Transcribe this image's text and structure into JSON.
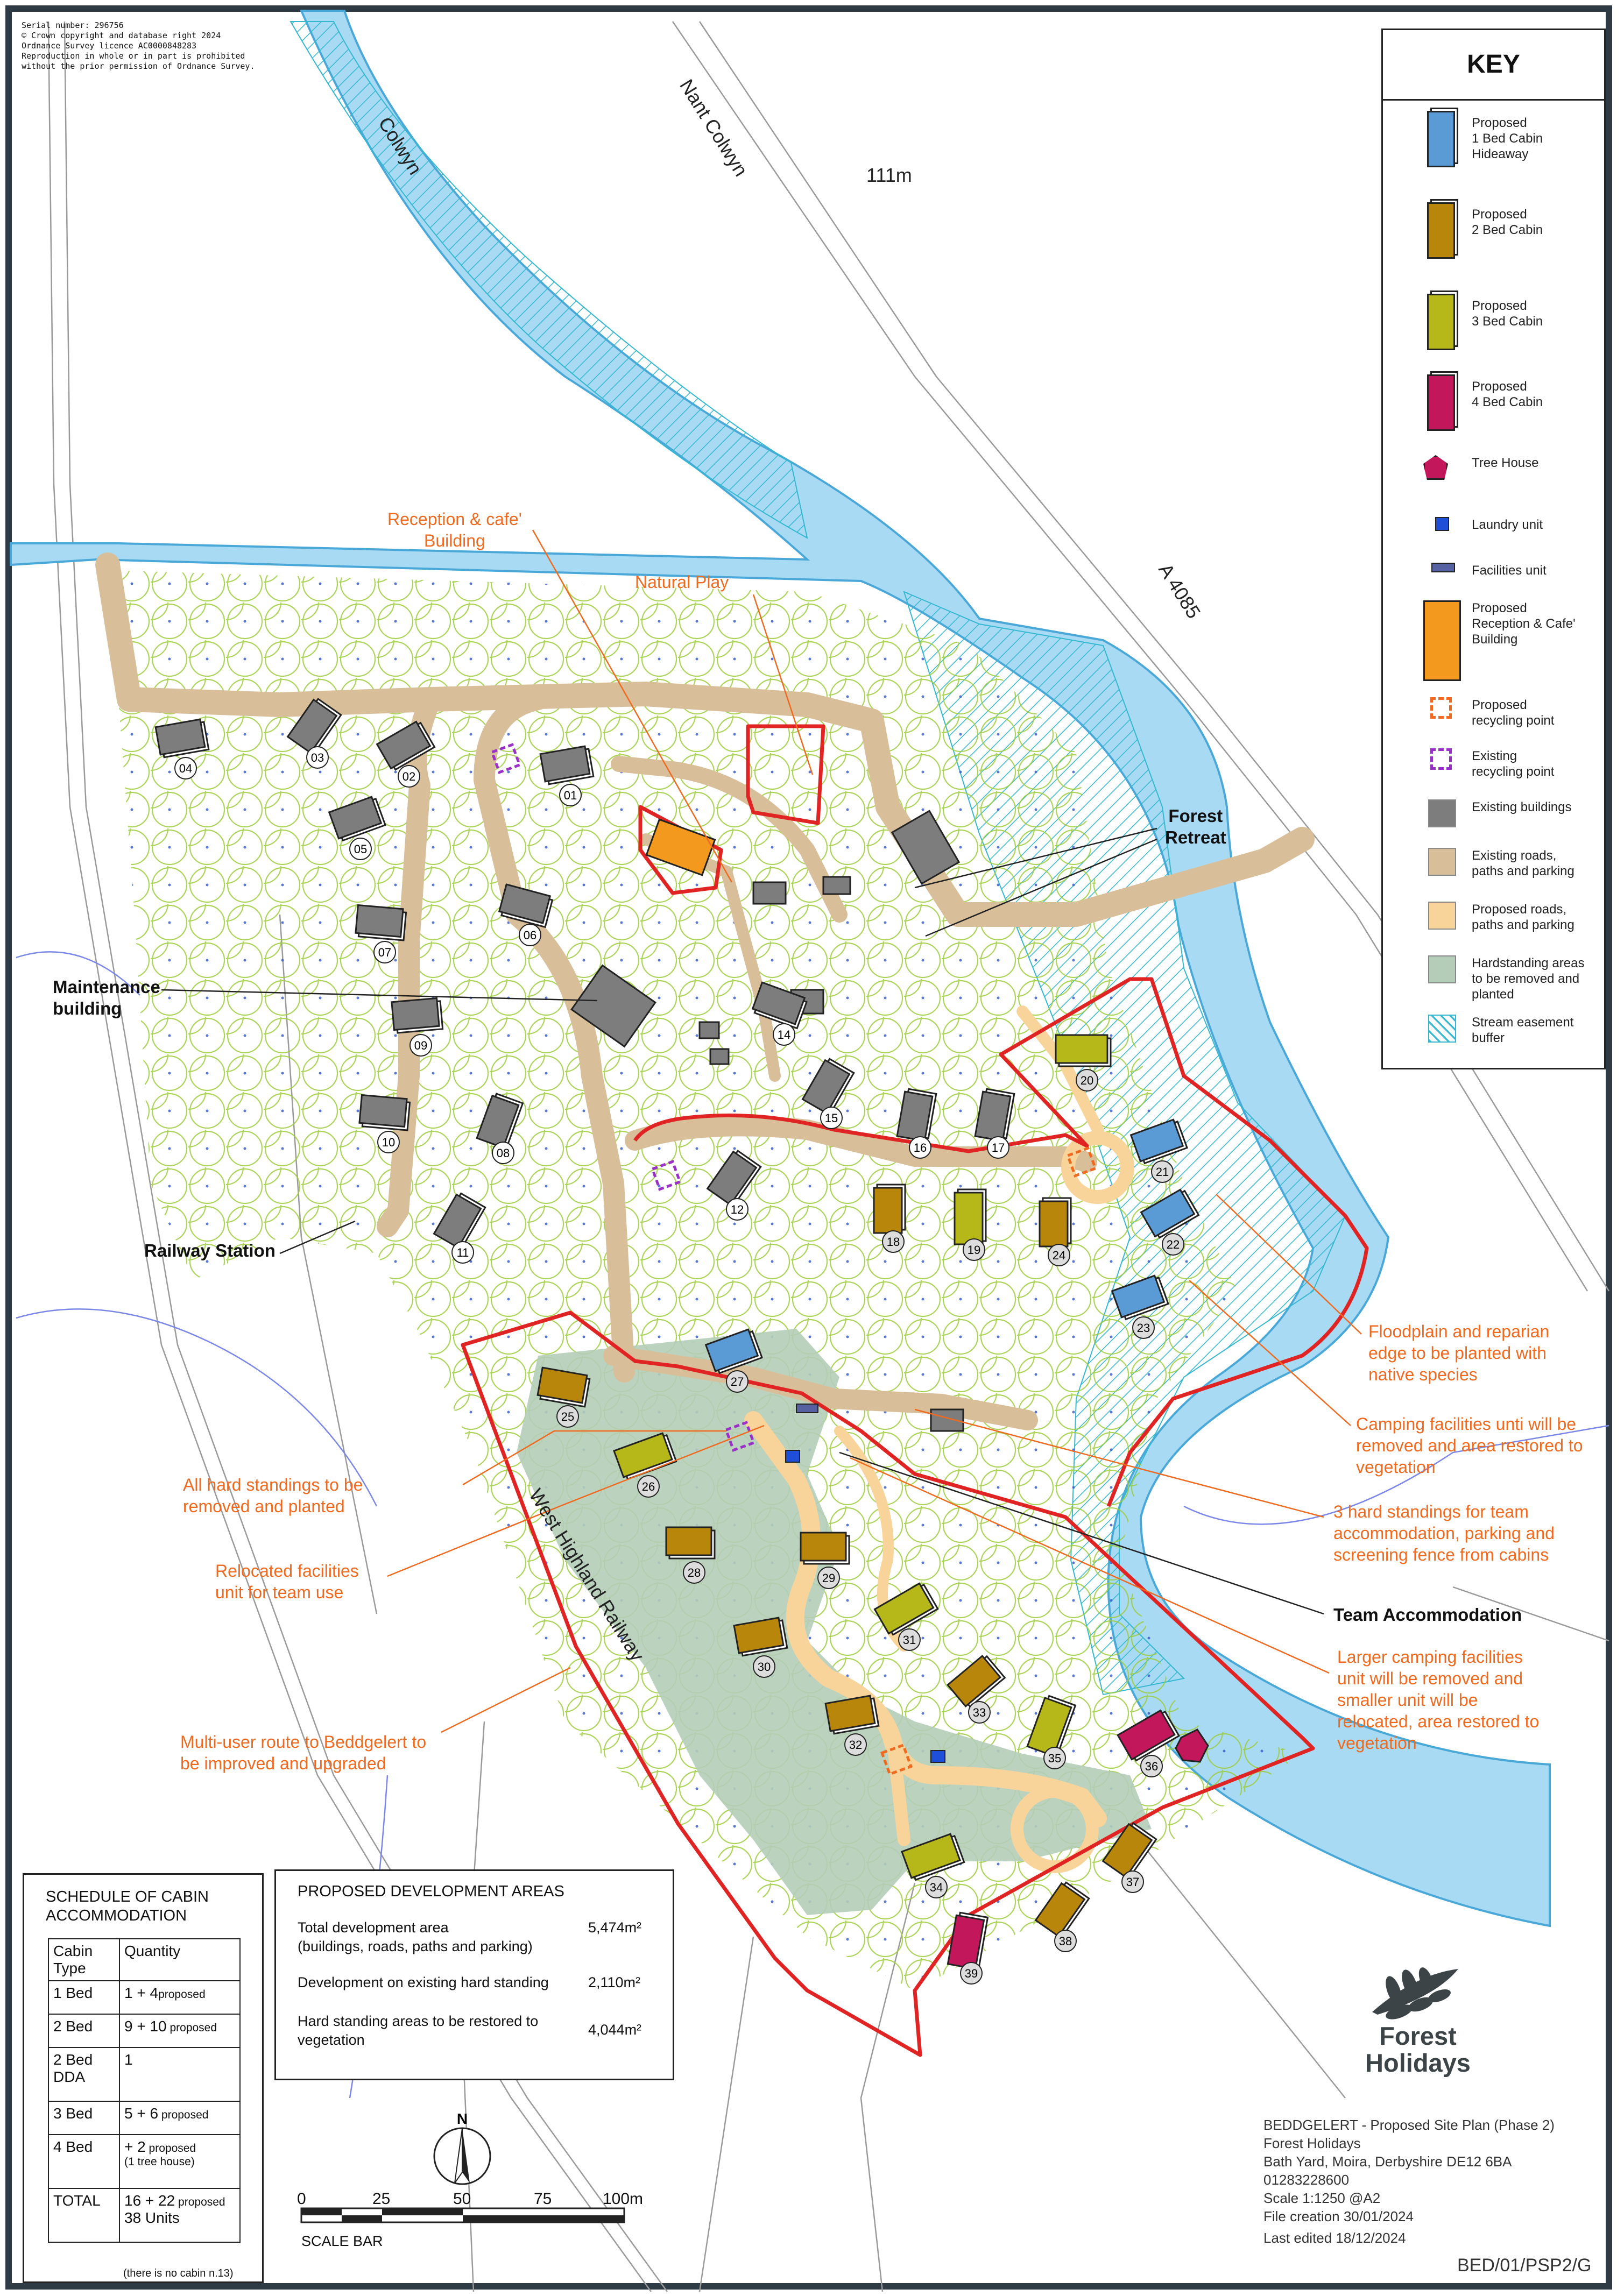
{
  "copyright": {
    "serial": "Serial number: 296756",
    "line1": "© Crown copyright and database right 2024",
    "line2": "Ordnance Survey licence AC0000848283",
    "line3": "Reproduction in whole or in part is prohibited",
    "line4": "without the prior permission of Ordnance Survey."
  },
  "map_labels": {
    "colwyn": "Colwyn",
    "nant_colwyn": "Nant Colwyn",
    "elevation": "111m",
    "a4085": "A 4085",
    "reception": "Reception & cafe'\nBuilding",
    "natural_play": "Natural Play",
    "forest_retreat": "Forest\nRetreat",
    "maintenance": "Maintenance\nbuilding",
    "railway_station": "Railway Station",
    "west_highland": "West Highland Railway",
    "floodplain": "Floodplain and reparian\nedge to be planted with\nnative species",
    "camping_removed": "Camping facilities unti will be\nremoved and area restored to\nvegetation",
    "hard_standings_team": "3 hard standings for team\naccommodation, parking and\nscreening fence from cabins",
    "team_accommodation": "Team Accommodation",
    "larger_camping": "Larger camping facilities\nunit will be removed and\nsmaller unit will be\nrelocated, area restored to\nvegetation",
    "all_hard": "All hard standings to be\nremoved and planted",
    "relocated": "Relocated facilities\nunit for team use",
    "multi_user": "Multi-user route to Beddgelert to\nbe improved and upgraded"
  },
  "cabins": [
    {
      "num": "01",
      "type": "existing"
    },
    {
      "num": "02",
      "type": "existing"
    },
    {
      "num": "03",
      "type": "existing"
    },
    {
      "num": "04",
      "type": "existing"
    },
    {
      "num": "05",
      "type": "existing"
    },
    {
      "num": "06",
      "type": "existing"
    },
    {
      "num": "07",
      "type": "existing"
    },
    {
      "num": "08",
      "type": "existing"
    },
    {
      "num": "09",
      "type": "existing"
    },
    {
      "num": "10",
      "type": "existing"
    },
    {
      "num": "11",
      "type": "existing"
    },
    {
      "num": "12",
      "type": "existing"
    },
    {
      "num": "14",
      "type": "existing"
    },
    {
      "num": "15",
      "type": "existing"
    },
    {
      "num": "16",
      "type": "existing"
    },
    {
      "num": "17",
      "type": "existing"
    },
    {
      "num": "18",
      "type": "2bed"
    },
    {
      "num": "19",
      "type": "3bed"
    },
    {
      "num": "20",
      "type": "3bed"
    },
    {
      "num": "21",
      "type": "1bed"
    },
    {
      "num": "22",
      "type": "1bed"
    },
    {
      "num": "23",
      "type": "1bed"
    },
    {
      "num": "24",
      "type": "2bed"
    },
    {
      "num": "25",
      "type": "2bed"
    },
    {
      "num": "26",
      "type": "3bed"
    },
    {
      "num": "27",
      "type": "1bed"
    },
    {
      "num": "28",
      "type": "2bed"
    },
    {
      "num": "29",
      "type": "2bed"
    },
    {
      "num": "30",
      "type": "2bed"
    },
    {
      "num": "31",
      "type": "3bed"
    },
    {
      "num": "32",
      "type": "2bed"
    },
    {
      "num": "33",
      "type": "2bed"
    },
    {
      "num": "34",
      "type": "3bed"
    },
    {
      "num": "35",
      "type": "3bed"
    },
    {
      "num": "36",
      "type": "4bed"
    },
    {
      "num": "37",
      "type": "2bed"
    },
    {
      "num": "38",
      "type": "2bed"
    },
    {
      "num": "39",
      "type": "4bed"
    }
  ],
  "key": {
    "title": "KEY",
    "items": [
      {
        "label": "Proposed\n1 Bed Cabin\nHideaway",
        "symbol": "cabin",
        "color": "#5b9bd5"
      },
      {
        "label": "Proposed\n2 Bed Cabin",
        "symbol": "cabin",
        "color": "#b8860b"
      },
      {
        "label": "Proposed\n3 Bed Cabin",
        "symbol": "cabin",
        "color": "#b5b818"
      },
      {
        "label": "Proposed\n4 Bed Cabin",
        "symbol": "cabin",
        "color": "#c2185b"
      },
      {
        "label": "Tree House",
        "symbol": "treehouse",
        "color": "#c2185b"
      },
      {
        "label": "Laundry unit",
        "symbol": "square",
        "color": "#1f4fd8"
      },
      {
        "label": "Facilities unit",
        "symbol": "bar",
        "color": "#5561a0"
      },
      {
        "label": "Proposed\nReception & Cafe'\nBuilding",
        "symbol": "tall",
        "color": "#f39a1e"
      },
      {
        "label": "Proposed\nrecycling point",
        "symbol": "dashed",
        "color": "#ef6a1f"
      },
      {
        "label": "Existing\nrecycling point",
        "symbol": "dashed",
        "color": "#9b30c8"
      },
      {
        "label": "Existing buildings",
        "symbol": "fill",
        "color": "#7d7d7d"
      },
      {
        "label": "Existing roads,\npaths and parking",
        "symbol": "fill",
        "color": "#d8bf9a"
      },
      {
        "label": "Proposed roads,\npaths and parking",
        "symbol": "fill",
        "color": "#f8d49b"
      },
      {
        "label": "Hardstanding areas\nto be removed and\nplanted",
        "symbol": "fill",
        "color": "#b4cdb8"
      },
      {
        "label": "Stream easement\nbuffer",
        "symbol": "hatch",
        "color": "#34b8d0"
      }
    ]
  },
  "schedule": {
    "title": "SCHEDULE OF CABIN\nACCOMMODATION",
    "header": [
      "Cabin\nType",
      "Quantity"
    ],
    "rows": [
      {
        "type": "1 Bed",
        "qty": "1 +  4",
        "sub": "proposed",
        "note": ""
      },
      {
        "type": "2 Bed",
        "qty": "9 + 10",
        "sub": " proposed",
        "note": ""
      },
      {
        "type": "2 Bed\nDDA",
        "qty": "1",
        "sub": "",
        "note": ""
      },
      {
        "type": "3 Bed",
        "qty": "5 + 6",
        "sub": " proposed",
        "note": ""
      },
      {
        "type": "4 Bed",
        "qty": "+ 2",
        "sub": " proposed",
        "note": "(1 tree house)"
      },
      {
        "type": "TOTAL",
        "qty": "16 + 22",
        "sub": " proposed",
        "note": "38 Units"
      }
    ],
    "footnote": "(there is no cabin n.13)"
  },
  "development": {
    "title": "PROPOSED DEVELOPMENT AREAS",
    "rows": [
      {
        "label": "Total development area\n(buildings, roads, paths and parking)",
        "value": "5,474m²"
      },
      {
        "label": "Development on existing hard standing",
        "value": "2,110m²"
      },
      {
        "label": "Hard standing areas to be restored to\nvegetation",
        "value": "4,044m²"
      }
    ]
  },
  "scale": {
    "ticks": [
      "0",
      "25",
      "50",
      "75",
      "100m"
    ],
    "label": "SCALE BAR"
  },
  "north": "N",
  "logo": {
    "line1": "Forest",
    "line2": "Holidays"
  },
  "title_block": {
    "line1": "BEDDGELERT - Proposed Site Plan (Phase 2)",
    "line2": "Forest Holidays",
    "line3": "Bath Yard, Moira, Derbyshire DE12 6BA",
    "line4": "01283228600",
    "line5": "Scale 1:1250 @A2",
    "line6": "File creation 30/01/2024",
    "line7": "Last edited 18/12/2024"
  },
  "drawing_ref": "BED/01/PSP2/G",
  "colors": {
    "river": "#a9daf3",
    "river_edge": "#4aa8d8",
    "boundary": "#e02424",
    "existing_road": "#d8bf9a",
    "proposed_road": "#f8d49b",
    "hardstanding": "#b4cdb8",
    "tree": "#9ccc3c",
    "existing_building": "#7d7d7d",
    "orange_text": "#ef6a1f"
  }
}
